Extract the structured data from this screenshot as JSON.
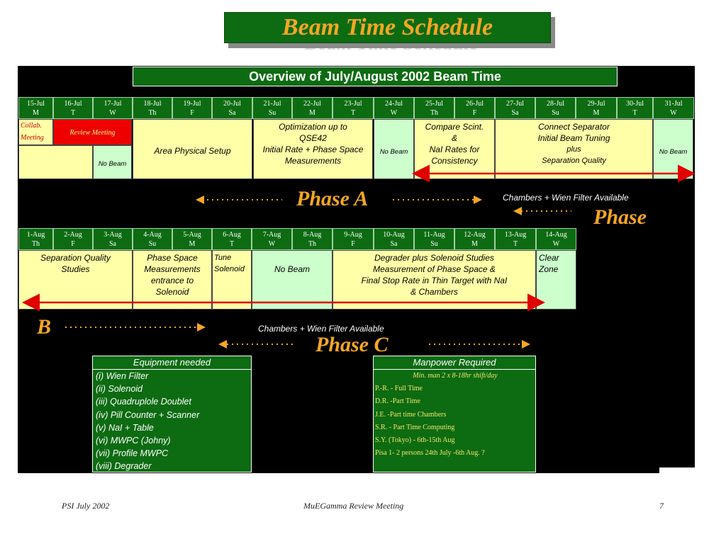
{
  "title": "Beam Time Schedule",
  "overview": "Overview of July/August 2002 Beam Time",
  "july_header": [
    {
      "date": "15-Jul",
      "day": "M"
    },
    {
      "date": "16-Jul",
      "day": "T"
    },
    {
      "date": "17-Jul",
      "day": "W"
    },
    {
      "date": "18-Jul",
      "day": "Th"
    },
    {
      "date": "19-Jul",
      "day": "F"
    },
    {
      "date": "20-Jul",
      "day": "Sa"
    },
    {
      "date": "21-Jul",
      "day": "Su"
    },
    {
      "date": "22-Jul",
      "day": "M"
    },
    {
      "date": "23-Jul",
      "day": "T"
    },
    {
      "date": "24-Jul",
      "day": "W"
    },
    {
      "date": "25-Jul",
      "day": "Th"
    },
    {
      "date": "26-Jul",
      "day": "F"
    },
    {
      "date": "27-Jul",
      "day": "Sa"
    },
    {
      "date": "28-Jul",
      "day": "Su"
    },
    {
      "date": "29-Jul",
      "day": "M"
    },
    {
      "date": "30-Jul",
      "day": "T"
    },
    {
      "date": "31-Jul",
      "day": "W"
    }
  ],
  "july_cells": {
    "collab_line1": "Collab.",
    "collab_line2": "Meeting",
    "review": "Review Meeting",
    "no_beam_17": "No Beam",
    "area_setup": "Area Physical Setup",
    "optim_1": "Optimization up to",
    "optim_2": "QSE42",
    "optim_3": "Initial Rate + Phase Space",
    "optim_4": "Measurements",
    "no_beam_24": "No Beam",
    "compare_1": "Compare Scint.",
    "compare_2": "&",
    "compare_3": "NaI Rates for",
    "compare_4": "Consistency",
    "connect_1": "Connect Separator",
    "connect_2": "Initial Beam Tuning",
    "connect_3": "plus",
    "connect_4": "Separation Quality",
    "no_beam_31": "No Beam"
  },
  "phase_a": "Phase A",
  "chambers_note_1": "Chambers + Wien Filter Available",
  "phase_b_start": "Phase",
  "aug_header": [
    {
      "date": "1-Aug",
      "day": "Th"
    },
    {
      "date": "2-Aug",
      "day": "F"
    },
    {
      "date": "3-Aug",
      "day": "Sa"
    },
    {
      "date": "4-Aug",
      "day": "Su"
    },
    {
      "date": "5-Aug",
      "day": "M"
    },
    {
      "date": "6-Aug",
      "day": "T"
    },
    {
      "date": "7-Aug",
      "day": "W"
    },
    {
      "date": "8-Aug",
      "day": "Th"
    },
    {
      "date": "9-Aug",
      "day": "F"
    },
    {
      "date": "10-Aug",
      "day": "Sa"
    },
    {
      "date": "11-Aug",
      "day": "Su"
    },
    {
      "date": "12-Aug",
      "day": "M"
    },
    {
      "date": "13-Aug",
      "day": "T"
    },
    {
      "date": "14-Aug",
      "day": "W"
    }
  ],
  "aug_cells": {
    "sep_1": "Separation Quality",
    "sep_2": "Studies",
    "ps_1": "Phase Space",
    "ps_2": "Measurements",
    "ps_3": "entrance to",
    "ps_4": "Solenoid",
    "tune_1": "Tune",
    "tune_2": "Solenoid",
    "no_beam": "No Beam",
    "deg_1": "Degrader plus Solenoid Studies",
    "deg_2": "Measurement of Phase Space &",
    "deg_3": "Final Stop Rate in Thin Target with NaI",
    "deg_4": "& Chambers",
    "clear_1": "Clear",
    "clear_2": "Zone"
  },
  "phase_b_end": "B",
  "chambers_note_2": "Chambers  + Wien Filter Available",
  "phase_c": "Phase C",
  "equipment": {
    "header": "Equipment needed",
    "items": [
      "(i) Wien Filter",
      "(ii) Solenoid",
      "(iii) Quadruplole Doublet",
      "(iv) Pill Counter + Scanner",
      "(v) NaI + Table",
      "(vi) MWPC (Johny)",
      "(vii) Profile MWPC",
      "(viii) Degrader"
    ]
  },
  "manpower": {
    "header": "Manpower Required",
    "subheader": "Min. man 2 x 8-18hr shift/day",
    "items": [
      "P.-R. - Full Time",
      "D.R. -Part Time",
      "J.E. -Part time Chambers",
      "S.R. - Part Time Computing",
      "S.Y. (Tokyo) -  6th-15th Aug",
      "Pisa 1- 2 persons 24th July -6th Aug. ?"
    ]
  },
  "footer": {
    "left": "PSI July 2002",
    "center": "MuEGamma Review Meeting",
    "right": "7"
  },
  "colors": {
    "dark_green": "#0d6b12",
    "light_yellow": "#ffffa8",
    "light_green": "#ccffcc",
    "orange": "#f5a623",
    "red": "#ee0000"
  }
}
